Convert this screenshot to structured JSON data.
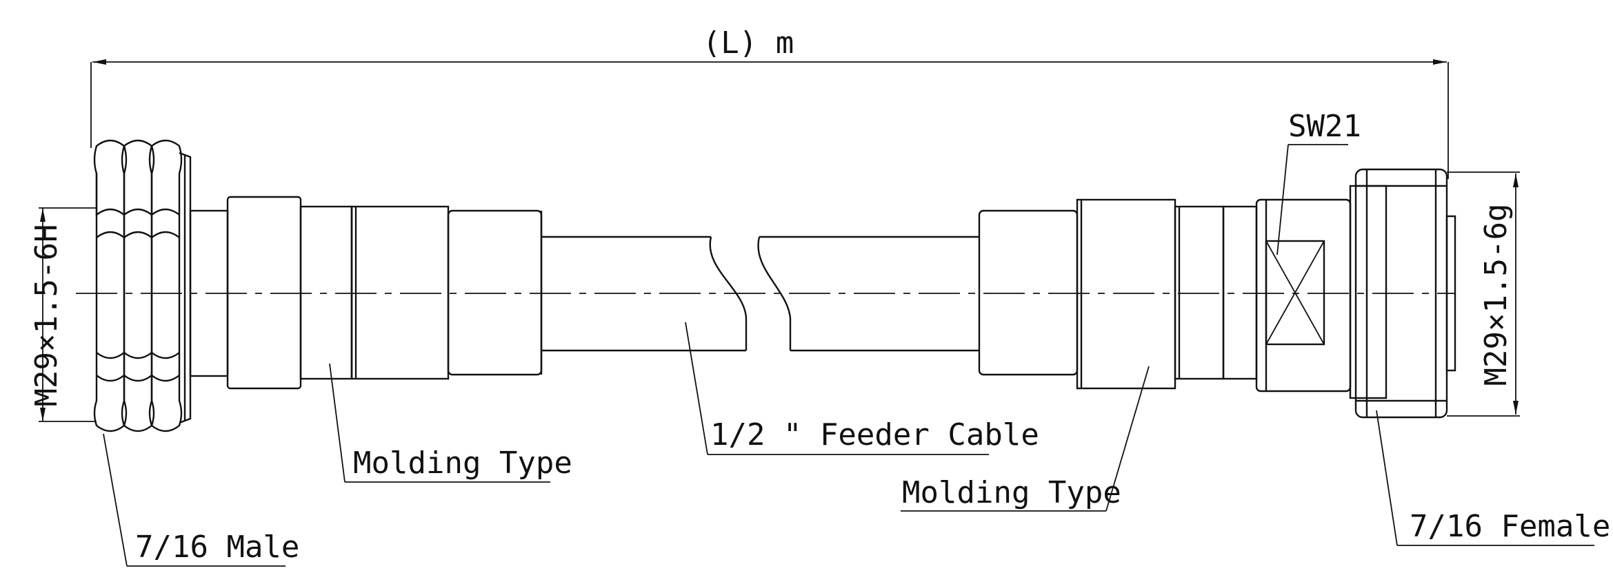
{
  "drawing": {
    "length_dim": "(L) m",
    "wrench_size": "SW21",
    "thread_male": "M29×1.5-6H",
    "thread_female": "M29×1.5-6g",
    "labels": {
      "molding_left": "Molding Type",
      "cable": "1/2 \" Feeder Cable",
      "molding_right": "Molding Type",
      "male": "7/16 Male",
      "female": "7/16 Female"
    },
    "line_color": "#111111"
  }
}
